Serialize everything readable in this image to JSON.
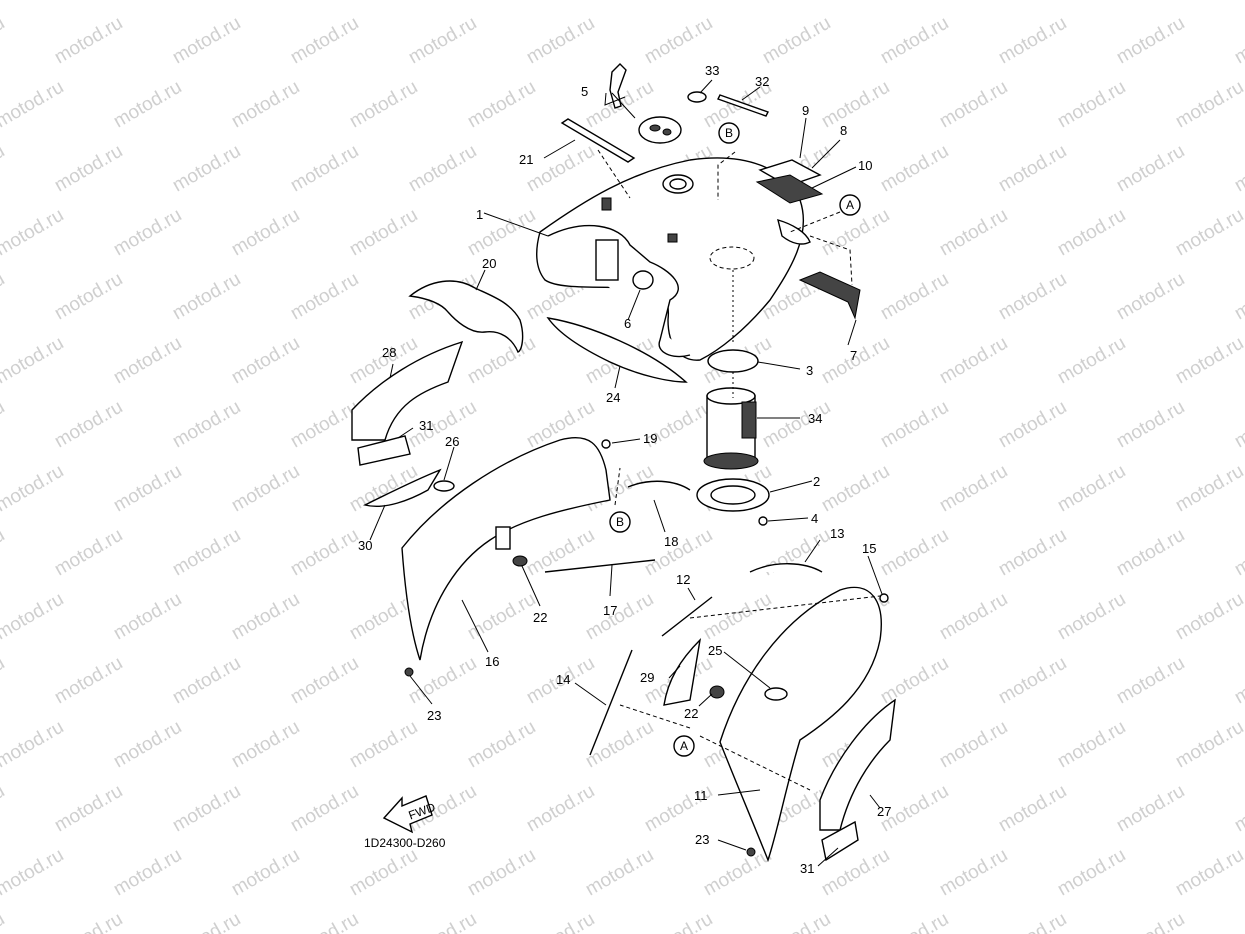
{
  "watermark": "motod.ru",
  "diagram_code": "1D24300-D260",
  "fwd_label": "FWD",
  "ref_markers": {
    "a": "A",
    "b": "B"
  },
  "callouts": [
    "1",
    "2",
    "3",
    "4",
    "5",
    "6",
    "7",
    "8",
    "9",
    "10",
    "11",
    "12",
    "13",
    "14",
    "15",
    "16",
    "17",
    "18",
    "19",
    "20",
    "21",
    "22",
    "22",
    "23",
    "23",
    "24",
    "25",
    "26",
    "27",
    "28",
    "29",
    "30",
    "31",
    "31",
    "32",
    "33",
    "34"
  ]
}
